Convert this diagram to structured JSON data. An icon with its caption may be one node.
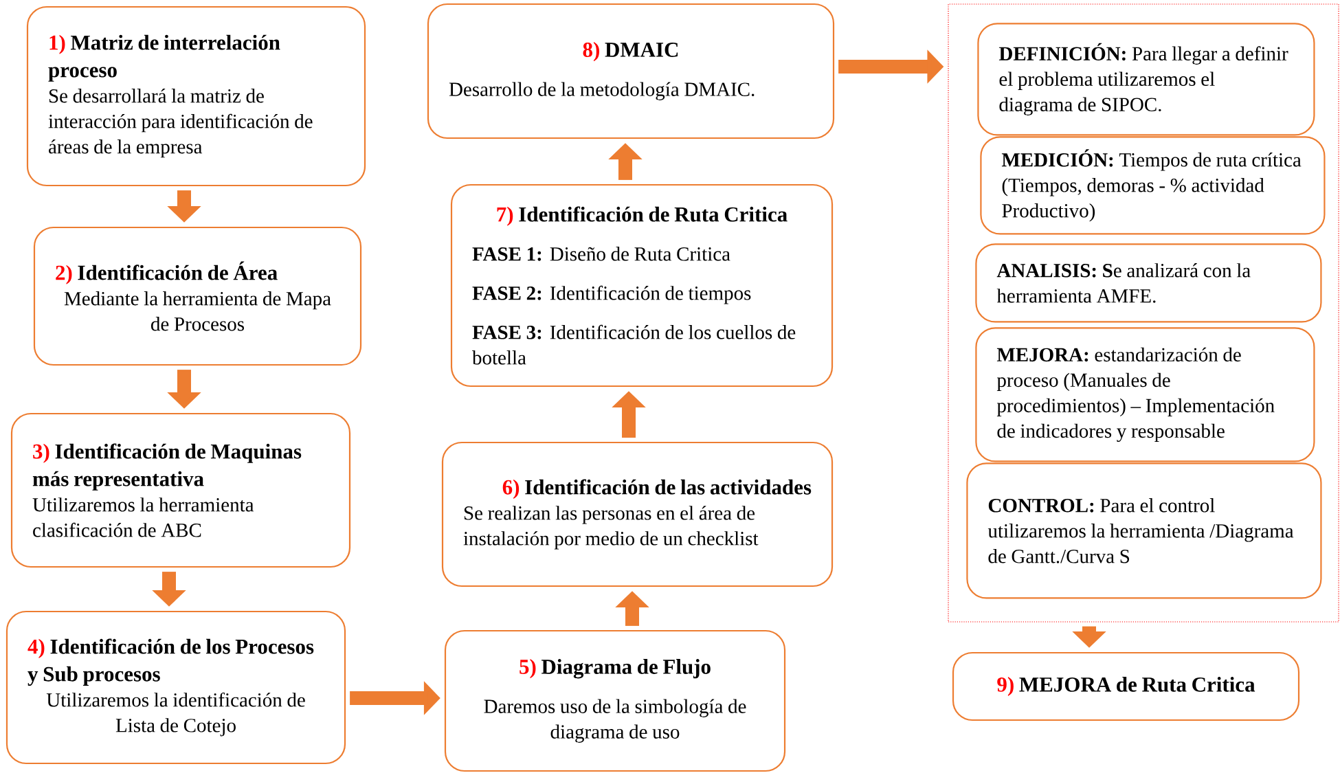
{
  "diagram": {
    "nodes": [
      {
        "text": [
          "1)",
          "Matriz de interrelación proceso",
          "Se desarrollará la matriz de interacción para identificación de áreas de la empresa"
        ]
      },
      {
        "text": [
          "2)",
          "Identificación de Área",
          "Mediante la herramienta de Mapa de Procesos"
        ]
      },
      {
        "text": [
          "3)",
          "Identificación de Maquinas más representativa",
          "Utilizaremos la herramienta clasificación de ABC"
        ]
      },
      {
        "text": [
          "4)",
          "Identificación de los Procesos y Sub procesos",
          "Utilizaremos la identificación de Lista de Cotejo"
        ]
      },
      {
        "text": [
          "8)",
          "DMAIC",
          "Desarrollo de la metodología DMAIC."
        ]
      },
      {
        "text": [
          "7)",
          "Identificación de Ruta Critica",
          "**FASE 1:** Diseño de Ruta Critica",
          "**FASE 2:** Identificación de tiempos",
          "**FASE 3:** Identificación de los cuellos de botella"
        ]
      },
      {
        "text": [
          "6)",
          "Identificación de las actividades",
          "Se realizan las personas en el área de instalación por medio de un checklist"
        ]
      },
      {
        "text": [
          "5)",
          "Diagrama de Flujo",
          "Daremos uso de la simbología de diagrama de uso"
        ]
      },
      {
        "text": [],
        "shape": "box"
      },
      {
        "text": [
          "**DEFINICIÓN:** Para llegar a definir el problema utilizaremos el diagrama de SIPOC."
        ],
        "in": 8
      },
      {
        "text": [
          "**MEDICIÓN:** Tiempos de ruta crítica (Tiempos, demoras - % actividad Productivo)"
        ],
        "in": 8
      },
      {
        "text": [
          "**ANALISIS: S**e analizará con la herramienta AMFE."
        ],
        "in": 8
      },
      {
        "text": [
          "**MEJORA:** estandarización de proceso (Manuales de procedimientos) – Implementación de indicadores y responsable"
        ],
        "in": 8
      },
      {
        "text": [
          "**CONTROL:** Para el control utilizaremos la herramienta /Diagrama de Gantt./Curva S"
        ],
        "in": 8
      },
      {
        "text": [
          "9)",
          "MEJORA de Ruta Critica"
        ]
      }
    ],
    "edges": [
      {
        "from": 0,
        "to": 1,
        "arrow": "to"
      },
      {
        "from": 1,
        "to": 2,
        "arrow": "to"
      },
      {
        "from": 2,
        "to": 3,
        "arrow": "to"
      },
      {
        "from": 3,
        "to": 7,
        "arrow": "to"
      },
      {
        "from": 7,
        "to": 6,
        "arrow": "to"
      },
      {
        "from": 6,
        "to": 5,
        "arrow": "to"
      },
      {
        "from": 5,
        "to": 4,
        "arrow": "to"
      },
      {
        "from": 4,
        "to": 8,
        "arrow": "to"
      },
      {
        "from": 8,
        "to": 14,
        "arrow": "to"
      }
    ]
  }
}
